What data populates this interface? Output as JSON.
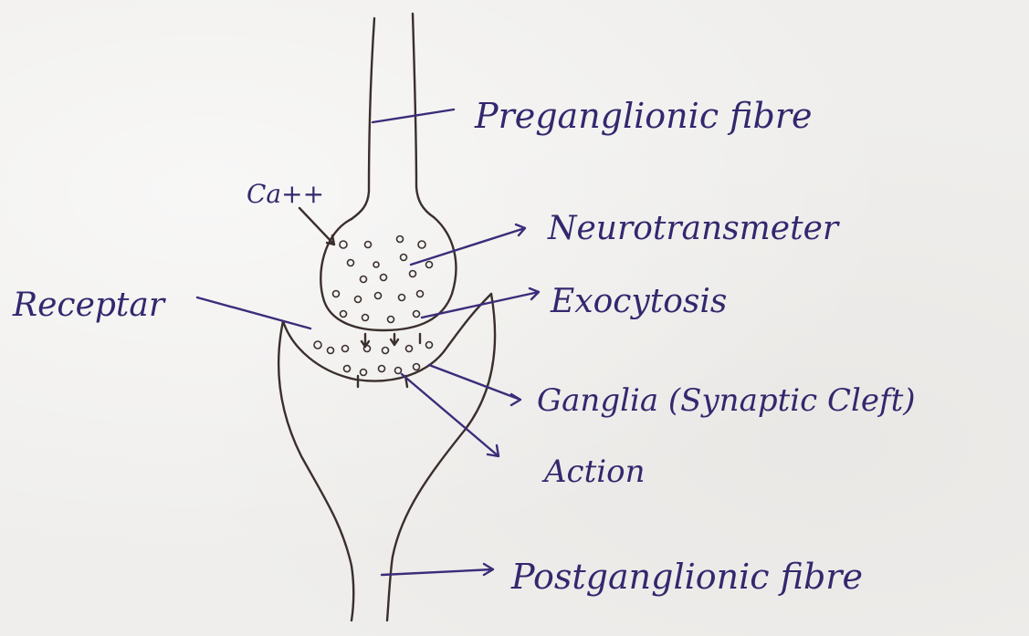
{
  "diagram": {
    "labels": {
      "preganglionic": "Preganglionic fibre",
      "calcium": "Ca++",
      "neurotransmitter": "Neurotransmeter",
      "receptor": "Receptar",
      "exocytosis": "Exocytosis",
      "ganglia": "Ganglia (Synaptic Cleft)",
      "action": "Action",
      "postganglionic": "Postganglionic fibre"
    },
    "colors": {
      "paper": "#efeeec",
      "pencil": "#3a2f2c",
      "pen": "#33286e"
    }
  }
}
